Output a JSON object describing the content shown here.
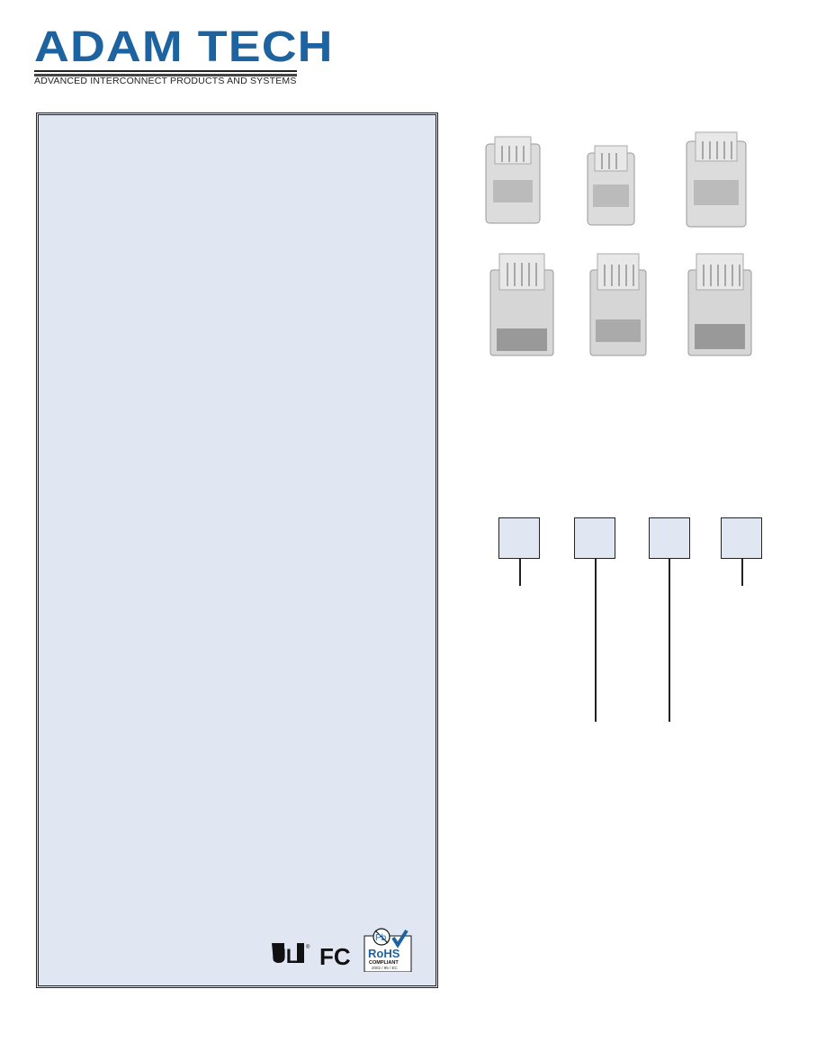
{
  "header": {
    "logo_text": "ADAM TECH",
    "tagline": "ADVANCED INTERCONNECT PRODUCTS AND SYSTEMS",
    "brand_color": "#1d63a0"
  },
  "panel": {
    "background": "#e1e7f2"
  },
  "certifications": {
    "ul": "UL",
    "fcc": "FC",
    "rohs": {
      "pb": "Pb",
      "label": "RoHS",
      "compliant": "COMPLIANT",
      "directive": "2002 / 95 / EC"
    }
  },
  "product_photos": [
    "modular-plug-1",
    "modular-plug-2",
    "modular-plug-3",
    "modular-plug-4",
    "modular-plug-5",
    "modular-plug-6"
  ],
  "part_number_boxes": 4
}
